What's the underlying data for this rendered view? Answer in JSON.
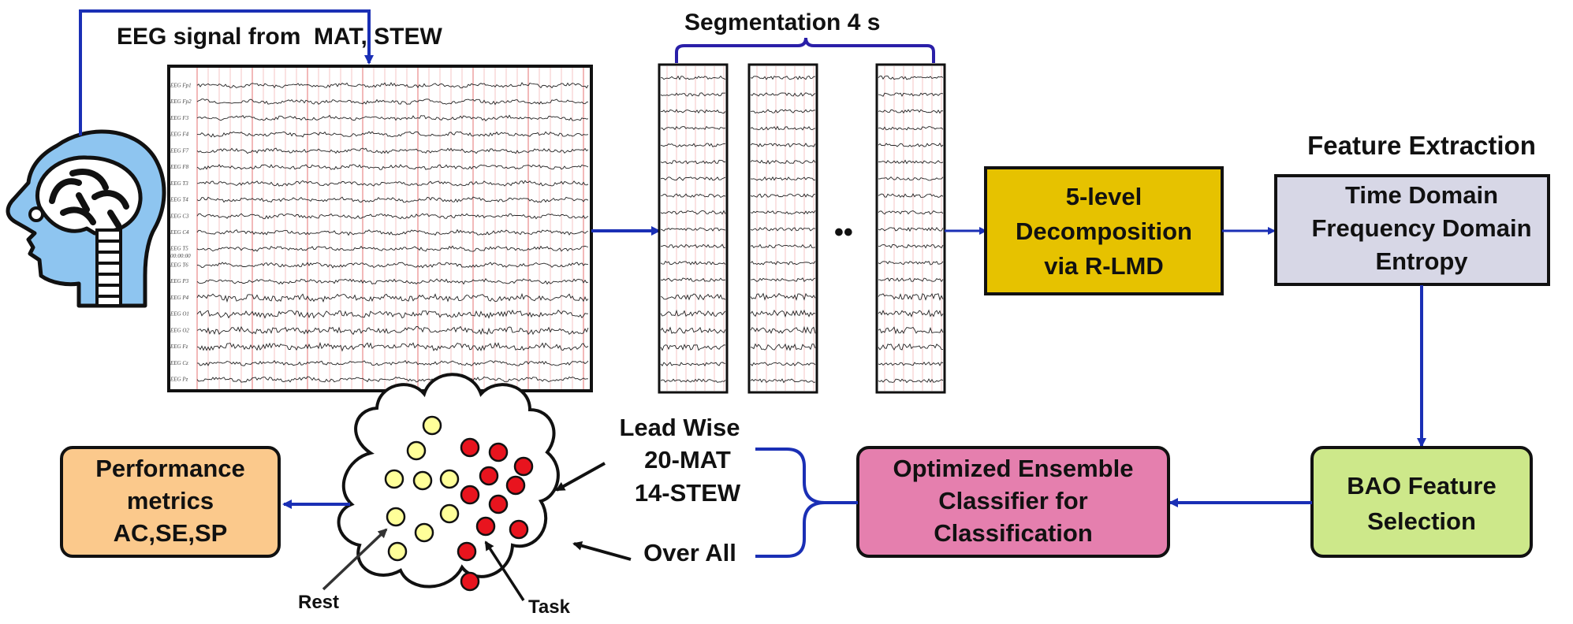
{
  "eeg_source": {
    "label": "EEG signal from  MAT, STEW",
    "channel_labels": [
      "EEG Fp1",
      "EEG Fp2",
      "EEG F3",
      "EEG F4",
      "EEG F7",
      "EEG F8",
      "EEG T3",
      "EEG T4",
      "EEG C3",
      "EEG C4",
      "EEG T5",
      "EEG T6",
      "EEG P3",
      "EEG P4",
      "EEG O1",
      "EEG O2",
      "EEG Fz",
      "EEG Cz",
      "EEG Pz"
    ],
    "time_marker": "00:00:00"
  },
  "segmentation": {
    "label": "Segmentation 4 s",
    "ellipsis": "••"
  },
  "decomposition": {
    "lines": [
      "5-level",
      "Decomposition",
      "via R-LMD"
    ],
    "color": "#e6c200"
  },
  "feature_extraction": {
    "heading": "Feature Extraction",
    "lines": [
      "Time Domain",
      "Frequency Domain",
      "Entropy"
    ],
    "color": "#d7d7e6"
  },
  "feature_selection": {
    "lines": [
      "BAO Feature",
      "Selection"
    ],
    "color": "#cde88a"
  },
  "classifier": {
    "lines": [
      "Optimized Ensemble",
      "Classifier for",
      "Classification"
    ],
    "color": "#e57fae"
  },
  "evaluation_modes": {
    "lead_wise": [
      "Lead Wise",
      "20-MAT",
      "14-STEW"
    ],
    "overall": "Over All"
  },
  "clusters": {
    "rest_label": "Rest",
    "task_label": "Task",
    "rest_color": "#ffff99",
    "task_color": "#e8141e"
  },
  "performance": {
    "lines": [
      "Performance",
      "metrics",
      "AC,SE,SP"
    ],
    "color": "#fbc98c"
  },
  "colors": {
    "arrow": "#1a2fb5",
    "brain_fill": "#8ec5f0"
  }
}
